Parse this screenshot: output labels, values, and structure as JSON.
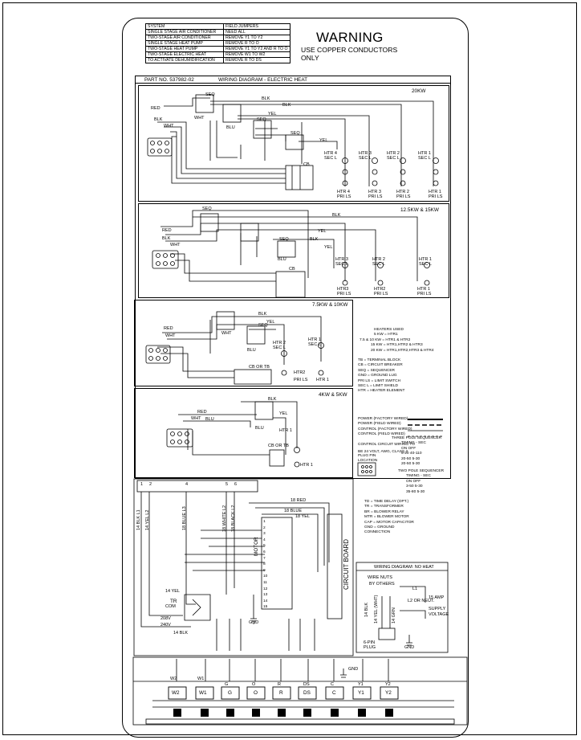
{
  "jumper_table": {
    "header": {
      "system": "SYSTEM",
      "jumpers": "FIELD JUMPERS"
    },
    "rows": [
      {
        "system": "SINGLE STAGE AIR CONDITIONER",
        "jumpers": "NEED ALL"
      },
      {
        "system": "TWO-STAGE AIR CONDITIONER",
        "jumpers": "REMOVE Y1 TO Y2"
      },
      {
        "system": "SINGLE STAGE HEAT PUMP",
        "jumpers": "REMOVE R TO O"
      },
      {
        "system": "TWO-STAGE HEAT PUMP",
        "jumpers": "REMOVE Y1 TO Y2 AND R TO O"
      },
      {
        "system": "TWO-STAGE ELECTRIC HEAT",
        "jumpers": "REMOVE W1 TO W2"
      },
      {
        "system": "TO ACTIVATE DEHUMIDIFICATION",
        "jumpers": "REMOVE R TO DS"
      }
    ]
  },
  "warning": {
    "title": "WARNING",
    "line1": "USE COPPER CONDUCTORS",
    "line2": "ONLY"
  },
  "diagram": {
    "part_no": "PART NO. 537982-02",
    "title": "WIRING DIAGRAM - ELECTRIC HEAT",
    "panels": {
      "kw20": "20KW",
      "kw15": "12.5KW & 15KW",
      "kw10": "7.5KW & 10KW",
      "kw5": "4KW & 5KW"
    },
    "wire_labels": {
      "red": "RED",
      "blk": "BLK",
      "wht": "WHT",
      "yel": "YEL",
      "blu": "BLU",
      "seq": "SEQ",
      "cb": "CB",
      "cb_or_tb": "CB OR TB",
      "pri_ls": "PRI LS"
    },
    "heaters": {
      "htr4_sec": "HTR 4 SEC L",
      "htr3_sec": "HTR 3 SEC L",
      "htr2_sec": "HTR 2 SEC L",
      "htr1_sec": "HTR 1 SEC L",
      "htr4_pri": "HTR 4 PRI LS",
      "htr3_pri": "HTR 3 PRI LS",
      "htr2_pri": "HTR 2 PRI LS",
      "htr1_pri": "HTR 1 PRI LS",
      "htr1": "HTR 1",
      "htr2": "HTR2",
      "htr3": "HTR3"
    }
  },
  "legend": {
    "heaters_used_title": "HEATERS USED",
    "heaters_used": [
      "5 KW = HTR1",
      "7.5 & 10 KW = HTR1 & HTR2",
      "15 KW = HTR1,HTR2 & HTR3",
      "20 KW = HTR1,HTR2,HTR3 & HTR4"
    ],
    "abbreviations": [
      "TB = TERMINAL BLOCK",
      "CB = CIRCUIT BREAKER",
      "SEQ = SEQUENCER",
      "GND = GROUND LUG",
      "PRI LS = LIMIT SWITCH",
      "SEC L = LIMIT SHIELD",
      "HTR = HEATER ELEMENT"
    ],
    "wiring_types": [
      "POWER (FACTORY WIRED)",
      "POWER (FIELD WIRED)",
      "CONTROL (FACTORY WIRED)",
      "CONTROL (FIELD WIRED)"
    ],
    "control_note_1": "CONTROL CIRCUIT WIRING TO",
    "control_note_2": "BE 24 VOLT, AWG, CLASS 2",
    "plug_pin": "PLUG PIN",
    "location": "LOCATION",
    "three_pole": "THREE POLE SEQUENCER",
    "two_pole": "TWO POLE SEQUENCER",
    "timing_sec": "TIMING - SEC",
    "on_off": "ON      OFF",
    "three_pole_rows": [
      "5-20     40-110",
      "20-50     5-30",
      "20-50     5-30"
    ],
    "two_pole_rows": [
      "3-50     5-30",
      "35-80     5-30"
    ],
    "abbr2": [
      "TD = TIME DELAY (OPT.)",
      "TR = TRANSFORMER",
      "BR = BLOWER RELAY",
      "MTR = BLOWER MOTOR",
      "CAP = MOTOR CAPACITOR",
      "GND = GROUND",
      "CONNECTION"
    ]
  },
  "no_heat": {
    "title": "WIRING DIAGRAM: NO HEAT",
    "wire_nuts": "WIRE NUTS",
    "by_others": "BY OTHERS",
    "l1": "L1",
    "l2_neut": "L2 OR NEUT.",
    "amp": "15 AMP",
    "supply": "SUPPLY",
    "voltage": "VOLTAGE",
    "plug": "6-PIN PLUG",
    "gnd": "GND",
    "blk": "14 BLK",
    "yel": "14 YEL (WHT)",
    "grn": "14 GRN"
  },
  "control": {
    "top_numbers": [
      "1",
      "2",
      "4",
      "5",
      "6"
    ],
    "vert_labels": [
      "14 BLK L1",
      "14 YEL L2",
      "18 BLUE L3",
      "18 WHITE L2",
      "18 BLACK L2"
    ],
    "red": "18 RED",
    "blue": "18 BLUE",
    "yel": "18 YEL",
    "motor": "MOTOR",
    "circuit_board": "CIRCUIT BOARD",
    "tr": "TR",
    "com": "COM",
    "v208": "208V",
    "v240": "240V",
    "blk14": "14 BLK",
    "yel14": "14 YEL",
    "gnd": "GND",
    "terminals": [
      "1",
      "2",
      "3",
      "4",
      "5",
      "6",
      "7",
      "8",
      "9",
      "10",
      "11",
      "12",
      "13",
      "14",
      "15"
    ]
  },
  "terminal_strip": {
    "labels": [
      "W2",
      "W1",
      "G",
      "O",
      "R",
      "DS",
      "C",
      "Y1",
      "Y2"
    ],
    "gnd": "GND"
  }
}
